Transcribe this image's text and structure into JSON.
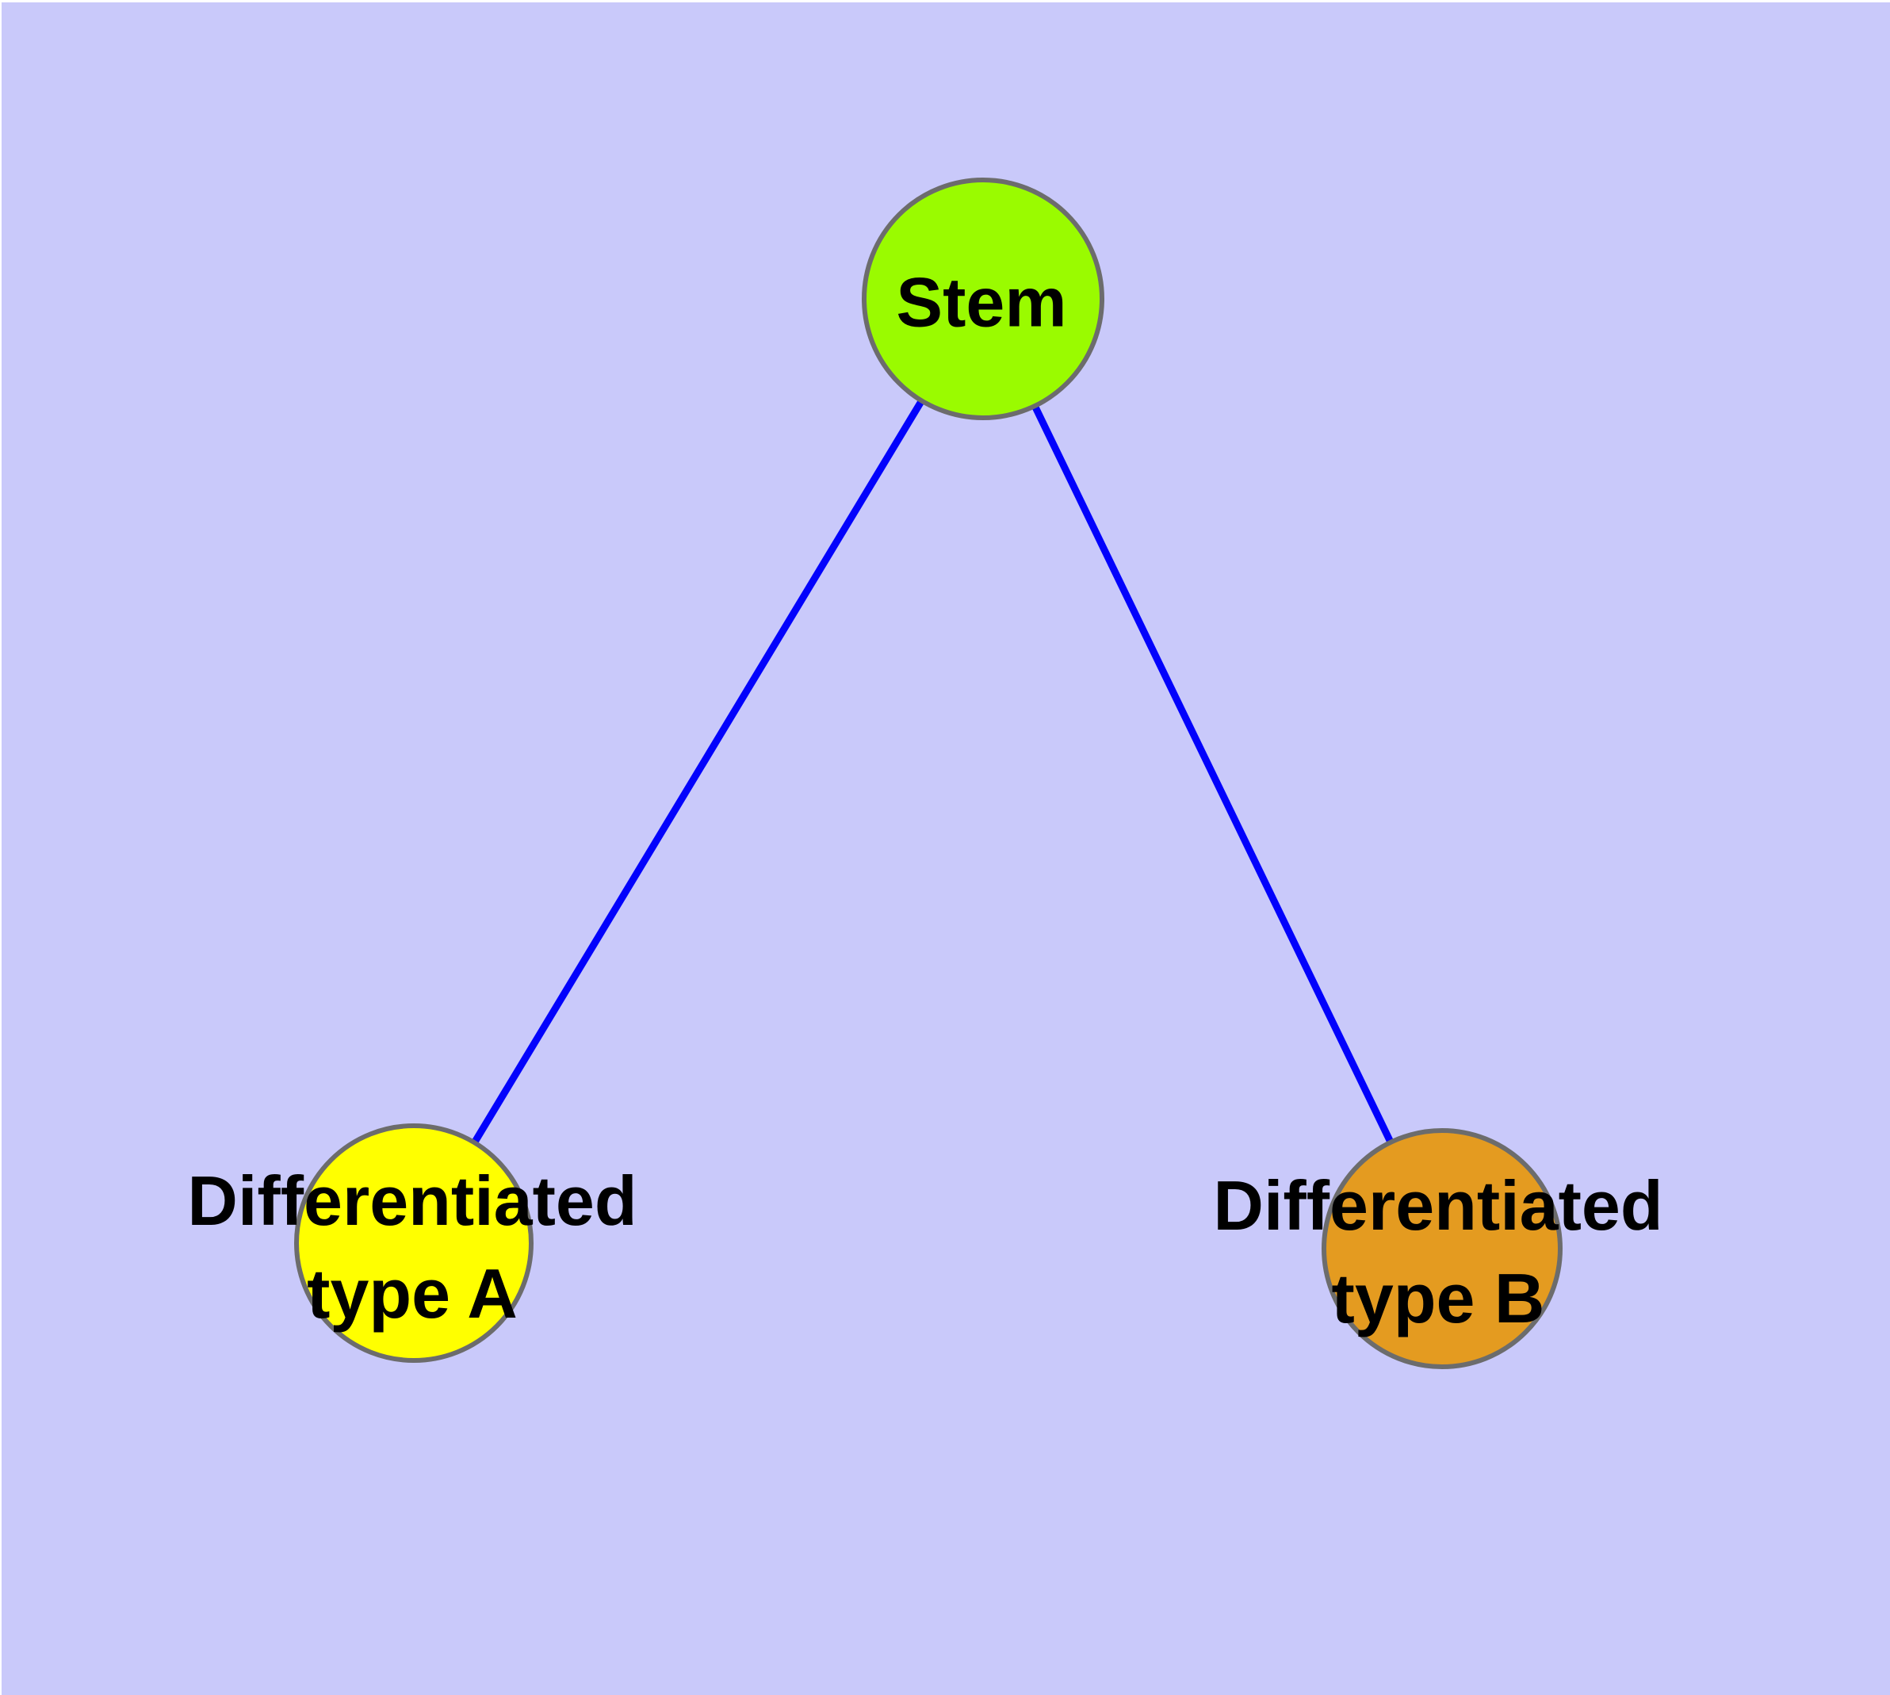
{
  "diagram": {
    "type": "graph",
    "background_color": "#C9C9FA",
    "edge_color": "#0202FC",
    "node_border_color": "#6C6C6C",
    "nodes": [
      {
        "id": "stem",
        "label": "Stem",
        "fill": "#9AFB00"
      },
      {
        "id": "differentiated-type-a",
        "label": "Differentiated type A",
        "label_line1": "Differentiated",
        "label_line2": "type A",
        "fill": "#FFFF00"
      },
      {
        "id": "differentiated-type-b",
        "label": "Differentiated type B",
        "label_line1": "Differentiated",
        "label_line2": "type B",
        "fill": "#E49B20"
      }
    ],
    "edges": [
      {
        "from": "Stem",
        "to": "Differentiated type A"
      },
      {
        "from": "Stem",
        "to": "Differentiated type B"
      }
    ]
  }
}
